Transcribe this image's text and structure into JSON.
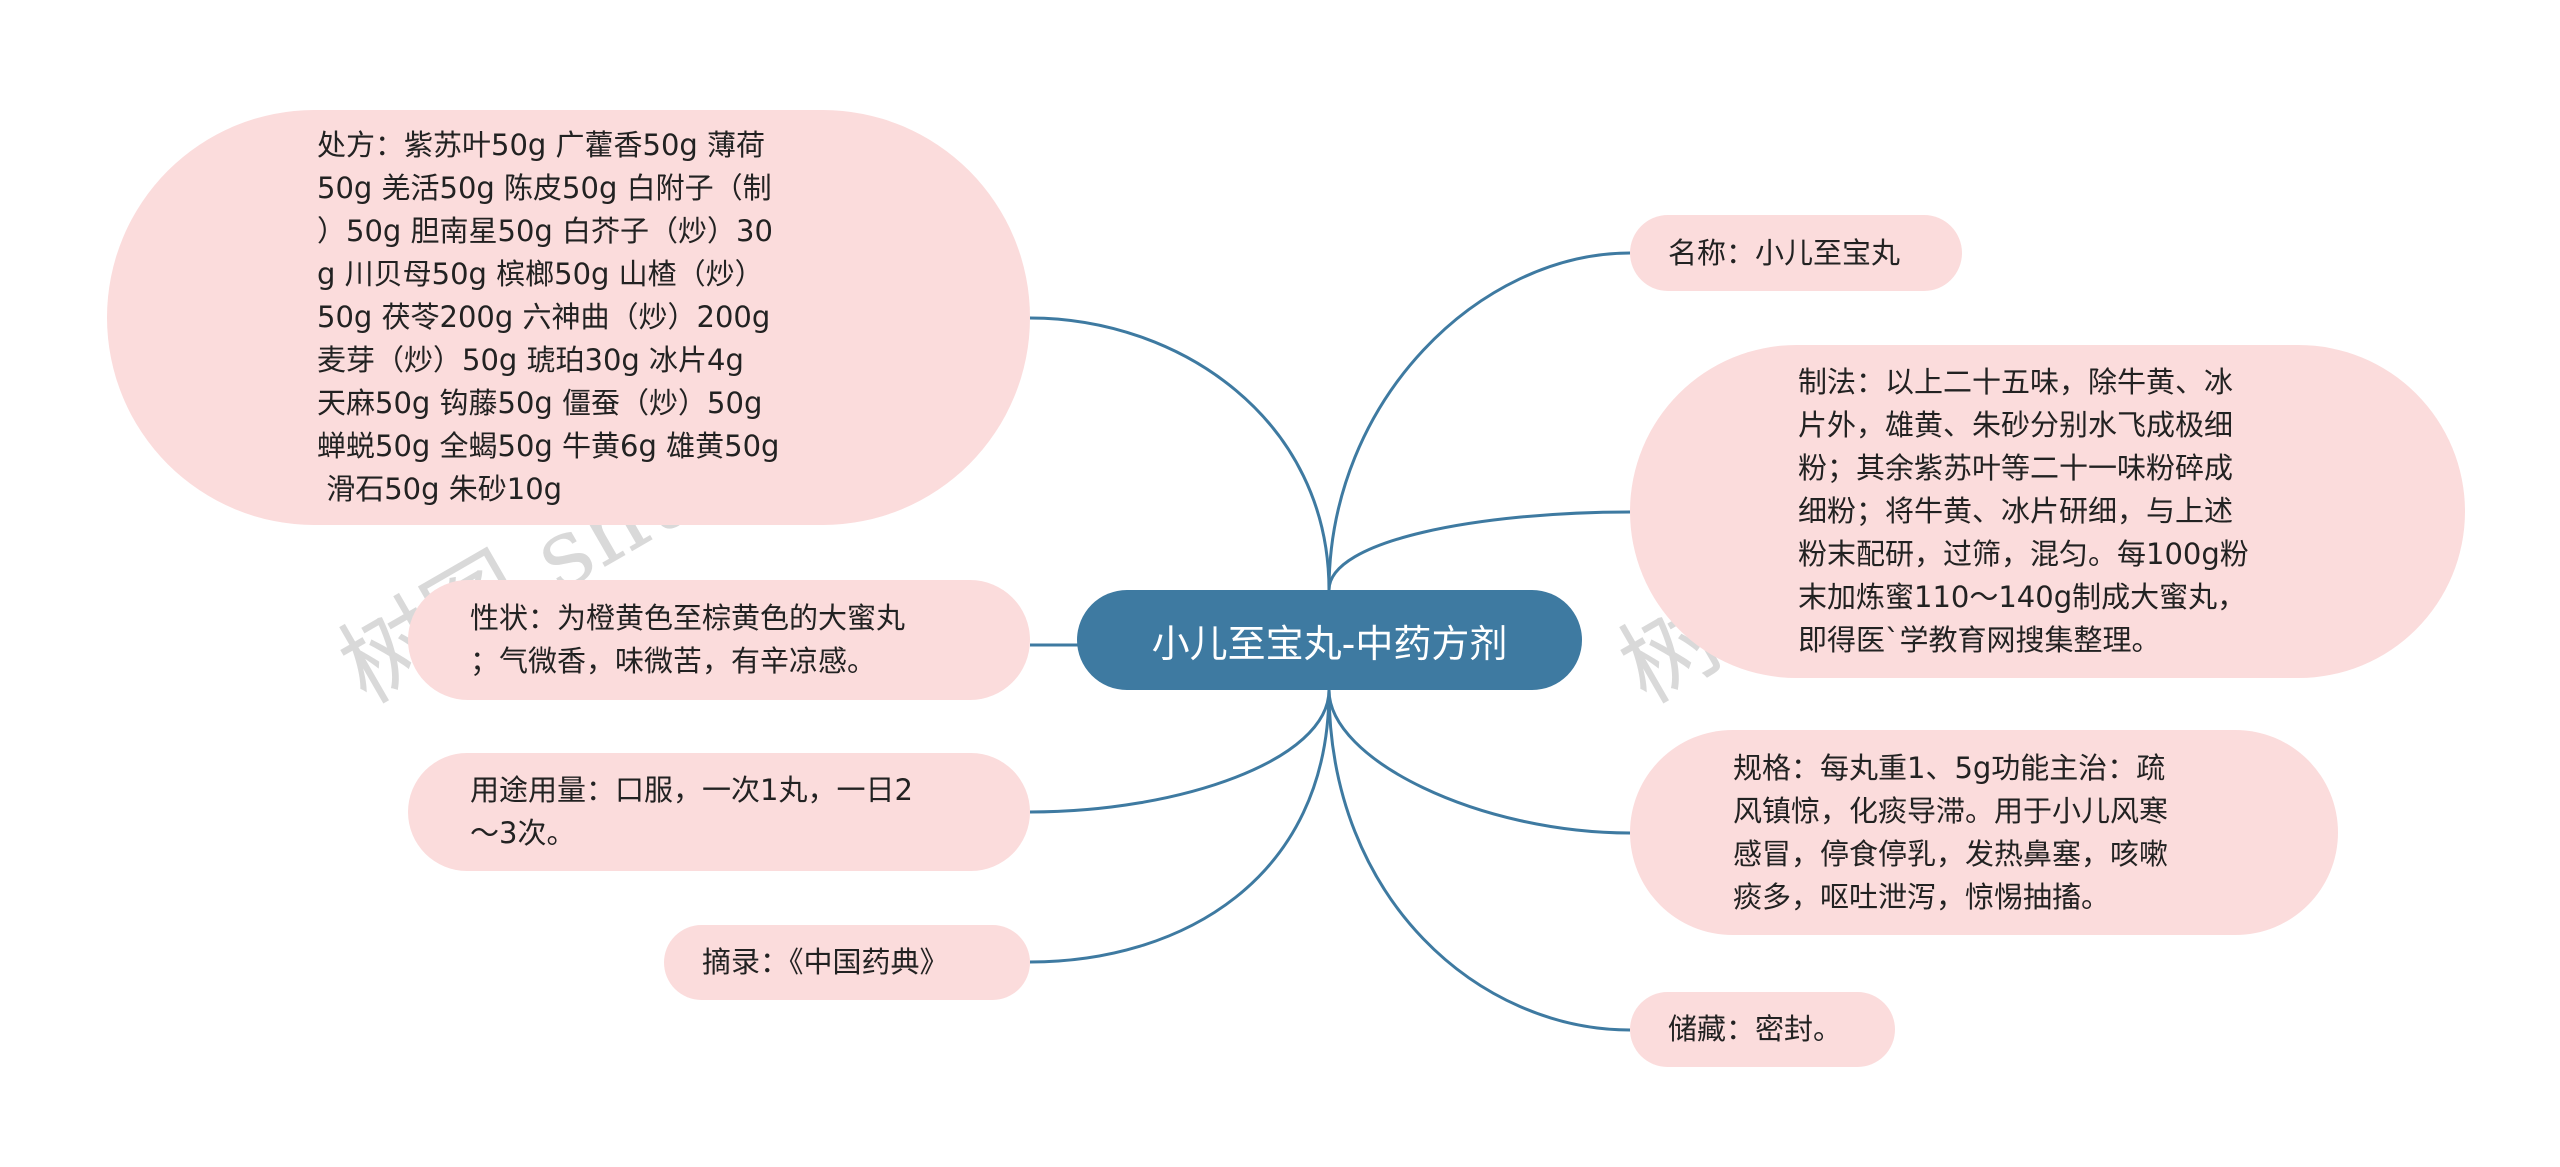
{
  "center": {
    "title": "小儿至宝丸-中药方剂"
  },
  "left": {
    "prescription": "处方：紫苏叶50g 广藿香50g 薄荷\n50g 羌活50g 陈皮50g 白附子（制\n）50g 胆南星50g 白芥子（炒）30\ng 川贝母50g 槟榔50g 山楂（炒）\n50g 茯苓200g 六神曲（炒）200g\n麦芽（炒）50g 琥珀30g 冰片4g\n天麻50g 钩藤50g 僵蚕（炒）50g\n蝉蜕50g 全蝎50g 牛黄6g 雄黄50g\n 滑石50g 朱砂10g",
    "properties": "性状：为橙黄色至棕黄色的大蜜丸\n；气微香，味微苦，有辛凉感。",
    "usage": "用途用量：口服，一次1丸，一日2\n～3次。",
    "source": "摘录：《中国药典》"
  },
  "right": {
    "name": "名称：小儿至宝丸",
    "preparation": "制法：以上二十五味，除牛黄、冰\n片外，雄黄、朱砂分别水飞成极细\n粉；其余紫苏叶等二十一味粉碎成\n细粉；将牛黄、冰片研细，与上述\n粉末配研，过筛，混匀。每100g粉\n末加炼蜜110～140g制成大蜜丸，\n即得医`学教育网搜集整理。",
    "spec": "规格：每丸重1、5g功能主治：疏\n风镇惊，化痰导滞。用于小儿风寒\n感冒，停食停乳，发热鼻塞，咳嗽\n痰多，呕吐泄泻，惊惕抽搐。",
    "storage": "储藏：密封。"
  },
  "watermark": {
    "text": "树图 shutu.cn"
  },
  "colors": {
    "center": "#3e7aa1",
    "node": "#fbdcdc",
    "line": "#3e7aa1"
  }
}
